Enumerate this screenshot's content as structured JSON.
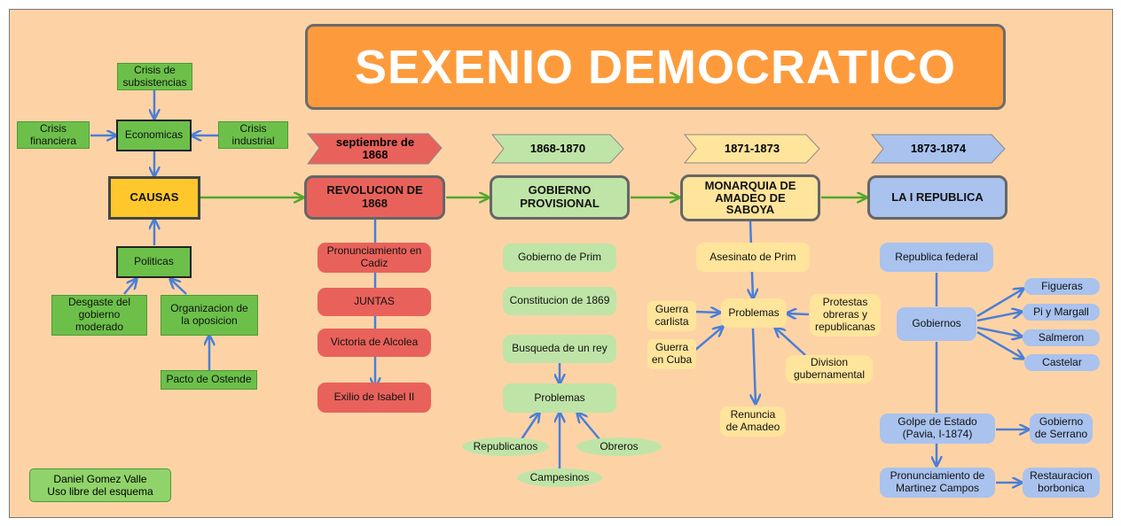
{
  "title": "SEXENIO DEMOCRATICO",
  "credit": "Daniel Gomez Valle\nUso libre del esquema",
  "causes": {
    "causas": "CAUSAS",
    "economicas": "Economicas",
    "crisis_subsistencias": "Crisis de\nsubsistencias",
    "crisis_financiera": "Crisis\nfinanciera",
    "crisis_industrial": "Crisis\nindustrial",
    "politicas": "Politicas",
    "desgaste": "Desgaste del\ngobierno\nmoderado",
    "organizacion": "Organizacion de\nla oposicion",
    "pacto": "Pacto de Ostende"
  },
  "periods": {
    "revolucion": {
      "date": "septiembre de\n1868",
      "name": "REVOLUCION DE\n1868",
      "items": [
        "Pronunciamiento en\nCadiz",
        "JUNTAS",
        "Victoria de Alcolea",
        "Exilio de Isabel II"
      ]
    },
    "gobierno": {
      "date": "1868-1870",
      "name": "GOBIERNO\nPROVISIONAL",
      "items": [
        "Gobierno de Prim",
        "Constitucion de 1869",
        "Busqueda de un rey",
        "Problemas"
      ],
      "problemas": [
        "Republicanos",
        "Obreros",
        "Campesinos"
      ]
    },
    "monarquia": {
      "date": "1871-1873",
      "name": "MONARQUIA DE\nAMADEO DE\nSABOYA",
      "asesinato": "Asesinato de Prim",
      "problemas": "Problemas",
      "guerra_carlista": "Guerra\ncarlista",
      "guerra_cuba": "Guerra\nen Cuba",
      "protestas": "Protestas\nobreras y\nrepublicanas",
      "division": "Division\ngubernamental",
      "renuncia": "Renuncia\nde Amadeo"
    },
    "republica": {
      "date": "1873-1874",
      "name": "LA I REPUBLICA",
      "federal": "Republica federal",
      "gobiernos": "Gobiernos",
      "presidentes": [
        "Figueras",
        "Pi y Margall",
        "Salmeron",
        "Castelar"
      ],
      "golpe": "Golpe de Estado\n(Pavia, I-1874)",
      "gobierno_serrano": "Gobierno\nde Serrano",
      "pronunciamiento": "Pronunciamiento de\nMartinez Campos",
      "restauracion": "Restauracion\nborbonica"
    }
  },
  "colors": {
    "background": "#fdd3a6",
    "title": "#fd9b3c",
    "causes": "#6cc04a",
    "causas_box": "#ffc72c",
    "revolucion": "#e8625b",
    "gobierno": "#bfe4a7",
    "monarquia": "#ffe49b",
    "republica": "#a9c2ee",
    "arrow_blue": "#4a7fd6",
    "arrow_green": "#52a82a"
  }
}
